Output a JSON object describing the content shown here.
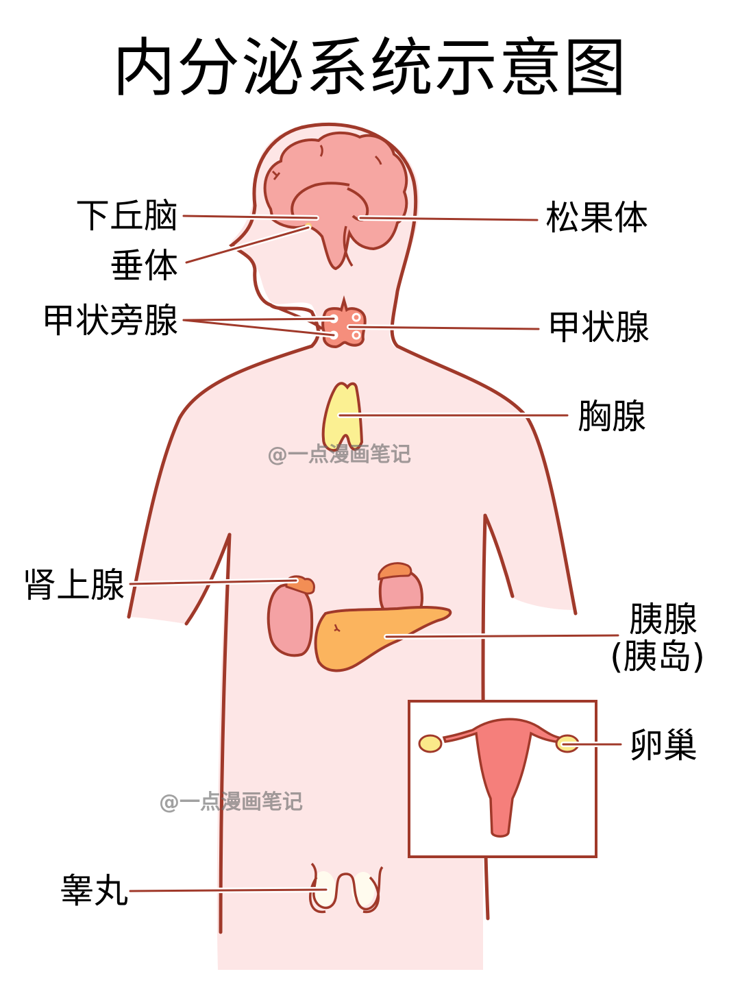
{
  "title": "内分泌系统示意图",
  "colors": {
    "outline": "#a0392a",
    "skin": "#fde6e6",
    "brain": "#f6a6a2",
    "thyroid": "#f58e7c",
    "thymus": "#fbf092",
    "adrenal_cap": "#f28e55",
    "kidney": "#f4a2a4",
    "pancreas": "#fbb45e",
    "uterus": "#f57f7b",
    "ovary": "#fbe98a",
    "testis": "#fffbee",
    "leader_line": "#a0392a"
  },
  "labels": {
    "hypothalamus": "下丘脑",
    "pituitary": "垂体",
    "parathyroid": "甲状旁腺",
    "pineal": "松果体",
    "thyroid": "甲状腺",
    "thymus": "胸腺",
    "adrenal": "肾上腺",
    "pancreas_line1": "胰腺",
    "pancreas_line2": "(胰岛)",
    "ovary": "卵巢",
    "testis": "睾丸"
  },
  "watermarks": [
    "@一点漫画笔记",
    "@一点漫画笔记"
  ],
  "inset": {
    "name": "female-reproductive-inset"
  }
}
